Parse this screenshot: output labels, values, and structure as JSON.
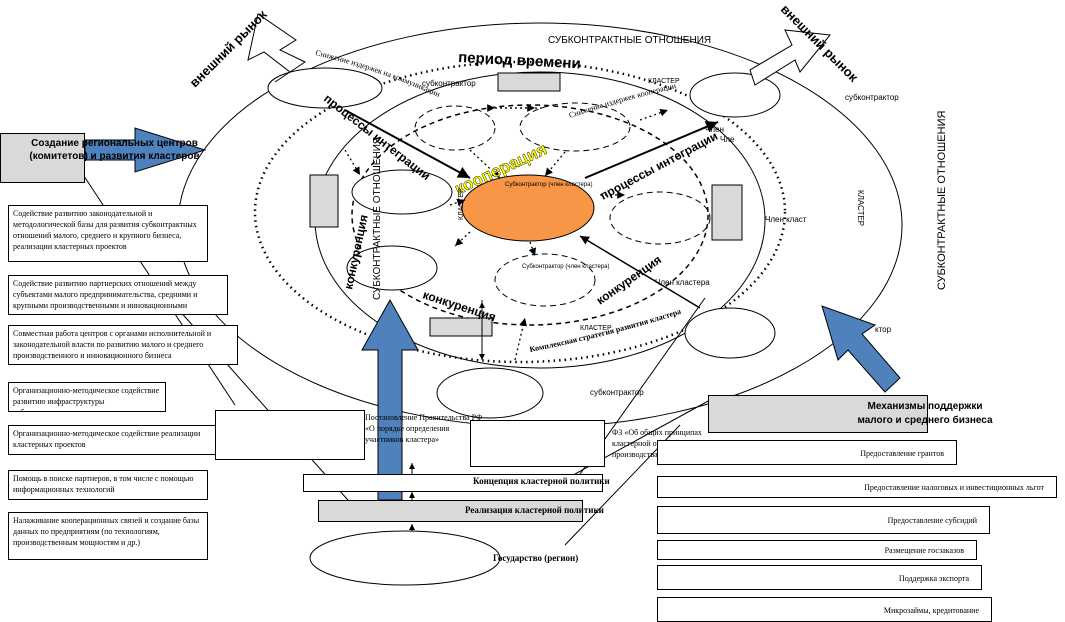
{
  "labels": {
    "subcontract_top": "СУБКОНТРАКТНЫЕ ОТНОШЕНИЯ",
    "subcontract_right": "СУБКОНТРАКТНЫЕ ОТНОШЕНИЯ",
    "subcontract_inner": "СУБКОНТРАКТНЫЕ ОТНОШЕНИЯ",
    "external_market_left": "внешний рынок",
    "external_market_right": "внешний рынок",
    "period": "период времени",
    "cooperation": "кооперация",
    "integration_left": "процессы интеграции",
    "integration_right": "процессы интеграции",
    "competition_left": "конкуренция",
    "competition_bottom": "конкуренция",
    "competition_right": "конкуренция",
    "sub_top": "субконтрактор",
    "sub_right": "субконтрактор",
    "sub_bottom": "субконтрактор",
    "sub_br": "ктор",
    "cluster_1": "КЛАСТЕР",
    "cluster_2": "КЛАСТЕР",
    "cluster_3": "КЛАСТЕР",
    "cluster_vertical": "КЛАСТЕР",
    "cluster_small": "КЛАСТЕР",
    "member_1": "Член класт",
    "member_2": "Член кластера",
    "member_3": "Член",
    "member_4": "Чле",
    "central_sub": "Субконтрактор (член кластера)",
    "lower_sub": "Субконтрактор (член кластера)",
    "arc_bottom": "Комплексная стратегия развития кластера",
    "arc_top_left": "Снижение издержек на коммуникации",
    "arc_top_right": "Снижение издержек кооперации",
    "state": "Государство (регион)",
    "cluster_policy": "Концепция кластерной политики",
    "realization": "Реализация кластерной политики",
    "decree": "Постановление Правительства РФ «О порядке определения участников кластера»",
    "fz": "ФЗ «Об общих принципах кластерной организации производства»"
  },
  "left_panel": {
    "title": "Создание региональных центров (комитетов) и развития кластеров",
    "items": [
      "Содействие развитию законодательной и методологической базы для развития субконтрактных отношений малого, среднего и крупного бизнеса, реализации кластерных проектов",
      "Содействие развитию партнерских отношений между субъектами малого предпринимательства, средними и крупными производственными и инновационными предприятиями",
      "Совместная работа центров с органами исполнительной и законодательной власти по развитию малого и среднего производственного и инновационного бизнеса",
      "Организационно-методическое содействие развитию инфраструктуры субконтрактации",
      "Организационно-методическое содействие реализации кластерных проектов",
      "Помощь в поиске партнеров, в том числе с помощью информационных технологий",
      "Налаживание кооперационных связей и создание базы данных по предприятиям (по технологиям, производственным мощностям и др.)"
    ]
  },
  "right_panel": {
    "title": "Механизмы поддержки малого и среднего бизнеса",
    "items": [
      "Предоставление грантов",
      "Предоставление налоговых и инвестиционных льгот",
      "Предоставление субсидий",
      "Размещение госзаказов",
      "Поддержка экспорта",
      "Микрозаймы, кредитование"
    ]
  },
  "colors": {
    "center_fill": "#f79646",
    "arrow_blue": "#4f81bd",
    "gray_box": "#d9d9d9",
    "cooperation_text": "#ffff00"
  }
}
